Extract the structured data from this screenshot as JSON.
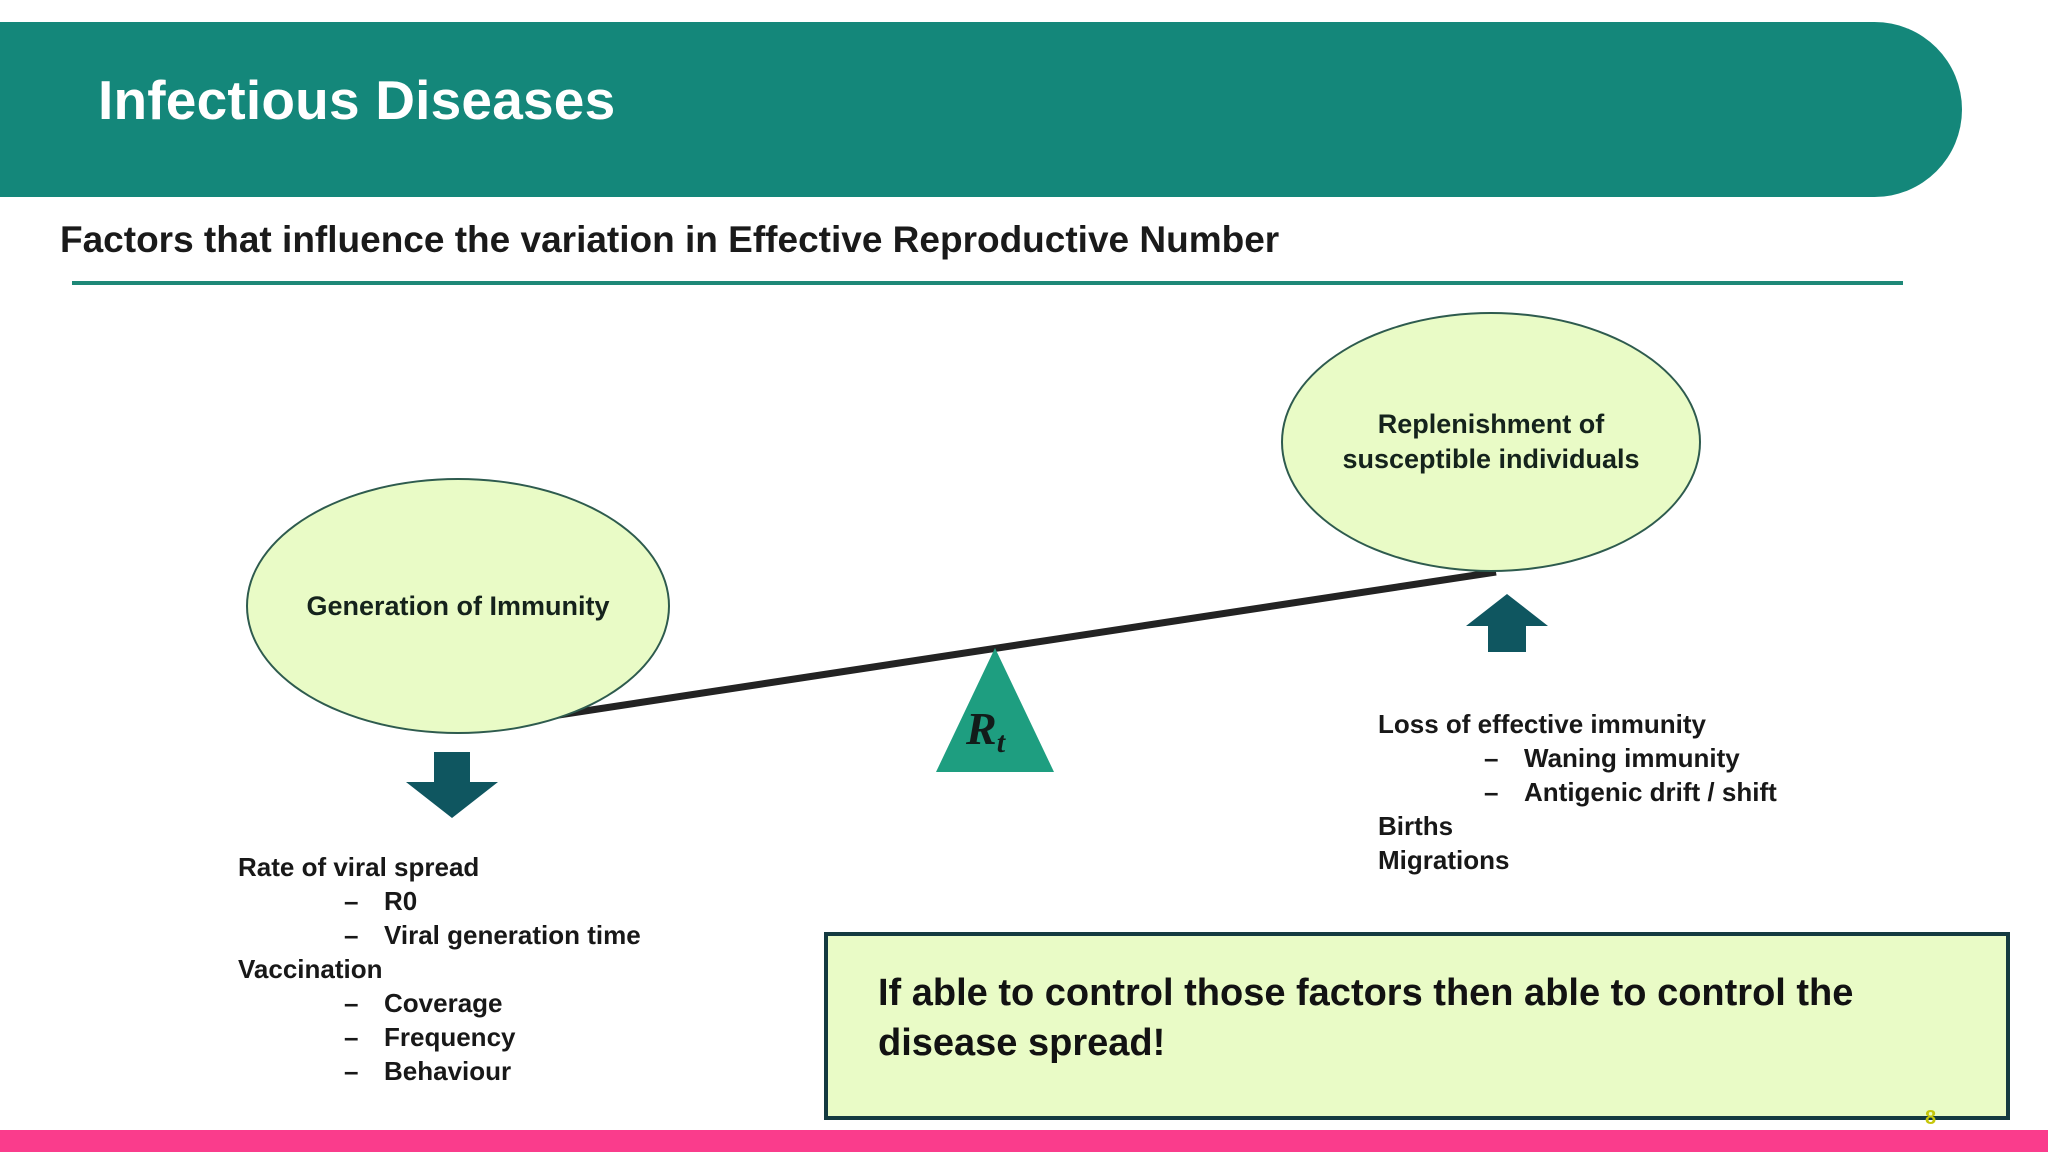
{
  "header": {
    "title": "Infectious Diseases",
    "bar_color": "#14877A"
  },
  "subtitle": {
    "text": "Factors that influence the variation in Effective Reproductive Number",
    "rule_color": "#1E8877"
  },
  "diagram": {
    "ellipse_left": {
      "label": "Generation of Immunity",
      "fill": "#E9FBC6",
      "border": "#2E5B4E"
    },
    "ellipse_right": {
      "label": "Replenishment of susceptible individuals",
      "fill": "#E9FBC6",
      "border": "#2E5B4E"
    },
    "fulcrum": {
      "label_base": "R",
      "label_sub": "t",
      "fill": "#1E9E80"
    },
    "beam": {
      "color": "#232323"
    },
    "arrow_down": {
      "name": "down-arrow",
      "fill": "#0F5660"
    },
    "arrow_up": {
      "name": "up-arrow",
      "fill": "#0F5660"
    }
  },
  "factors_left": {
    "items": [
      {
        "type": "head",
        "text": "Rate of viral spread"
      },
      {
        "type": "sub",
        "dash": "–",
        "text": "R0"
      },
      {
        "type": "sub",
        "dash": "–",
        "text": "Viral generation time"
      },
      {
        "type": "head",
        "text": "Vaccination"
      },
      {
        "type": "sub",
        "dash": "–",
        "text": "Coverage"
      },
      {
        "type": "sub",
        "dash": "–",
        "text": "Frequency"
      },
      {
        "type": "sub",
        "dash": "–",
        "text": "Behaviour"
      }
    ]
  },
  "factors_right": {
    "items": [
      {
        "type": "head",
        "text": "Loss of effective immunity"
      },
      {
        "type": "sub",
        "dash": "–",
        "text": "Waning immunity"
      },
      {
        "type": "sub",
        "dash": "–",
        "text": "Antigenic drift / shift"
      },
      {
        "type": "head",
        "text": "Births"
      },
      {
        "type": "head",
        "text": "Migrations"
      }
    ]
  },
  "conclusion": {
    "text": "If able to control those factors then able to control the disease spread!",
    "fill": "#E9FBC6",
    "border": "#143A40"
  },
  "footer": {
    "page_number": "8",
    "bar_color": "#FA3C8C",
    "page_number_color": "#C6C60A"
  }
}
